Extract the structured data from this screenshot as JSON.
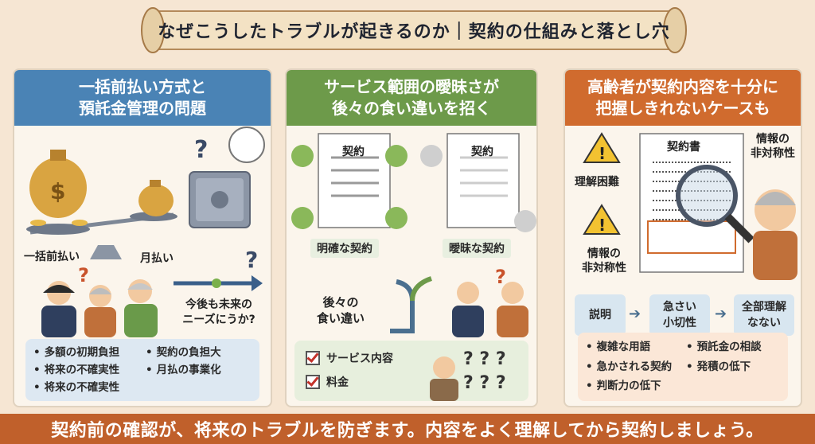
{
  "title": "なぜこうしたトラブルが起きるのか｜契約の仕組みと落とし穴",
  "footer": "契約前の確認が、将来のトラブルを防ぎます。内容をよく理解してから契約しましょう。",
  "panel1": {
    "heading_line1": "一括前払い方式と",
    "heading_line2": "預託金管理の問題",
    "label_lump": "一括前払い",
    "label_monthly": "月払い",
    "label_future_line1": "今後も未来の",
    "label_future_line2": "ニーズにうか?",
    "list": [
      "多額の初期負担",
      "契約の負担大",
      "将来の不確実性",
      "月払の事業化",
      "将来の不確実性"
    ],
    "accent": "#4a83b5"
  },
  "panel2": {
    "heading_line1": "サービス範囲の曖昧さが",
    "heading_line2": "後々の食い違いを招く",
    "doc_label_clear": "契約",
    "doc_label_vague": "契約",
    "tag_clear": "明確な契約",
    "tag_vague": "曖昧な契約",
    "label_mismatch_line1": "後々の",
    "label_mismatch_line2": "食い違い",
    "checks": [
      "サービス内容",
      "料金"
    ],
    "accent": "#6d9a4a"
  },
  "panel3": {
    "heading_line1": "高齢者が契約内容を十分に",
    "heading_line2": "把握しきれないケースも",
    "doc_label": "契約書",
    "label_difficult": "理解困難",
    "label_asym_left_line1": "情報の",
    "label_asym_left_line2": "非対称性",
    "label_asym_right_line1": "情報の",
    "label_asym_right_line2": "非対称性",
    "flow": [
      {
        "line1": "説明",
        "line2": ""
      },
      {
        "line1": "急さい",
        "line2": "小切性"
      },
      {
        "line1": "全部理解",
        "line2": "なない"
      }
    ],
    "list": [
      "複雑な用語",
      "預託金の相談",
      "急かされる契約",
      "発積の低下",
      "判断力の低下"
    ],
    "accent": "#d06b2e"
  }
}
